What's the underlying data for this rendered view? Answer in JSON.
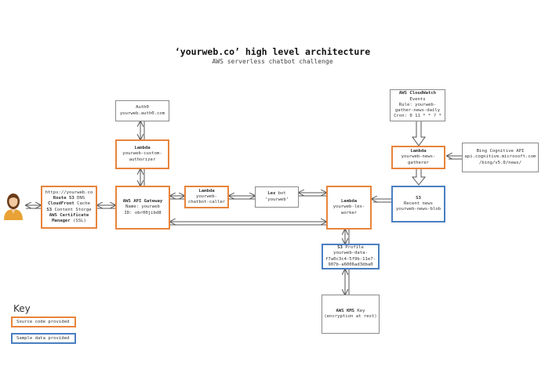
{
  "title": "‘yourweb.co’ high level architecture",
  "subtitle": "AWS serverless chatbot challenge",
  "colors": {
    "source_code": "#e8843c",
    "sample_data": "#4a7fc1",
    "neutral": "#8a8a8a"
  },
  "user": {
    "icon": "user-avatar-icon"
  },
  "nodes": {
    "auth0": {
      "lines": [
        "Auth0",
        "yourweb.auth0.com"
      ]
    },
    "lambda_authorizer": {
      "bold": "Lambda",
      "lines": [
        "yourweb-custom-",
        "authorizer"
      ]
    },
    "web_stack": {
      "lines": [
        {
          "bold": "",
          "text": "https://yourweb.co"
        },
        {
          "bold": "Route 53",
          "text": " DNS"
        },
        {
          "bold": "CloudFront",
          "text": " Cache"
        },
        {
          "bold": "S3",
          "text": " Content Storge"
        },
        {
          "bold": "AWS Certificate",
          "text": ""
        },
        {
          "bold": "Manager",
          "text": " (SSL)"
        }
      ]
    },
    "api_gateway": {
      "bold": "AWS API Gateway",
      "lines": [
        "Name: yourweb",
        "ID: obr00jibd8"
      ]
    },
    "lambda_chatbot_caller": {
      "bold": "Lambda",
      "lines": [
        "yourweb-",
        "chatbot-caller"
      ]
    },
    "lex_bot": {
      "bold": "Lex",
      "rest": " bot",
      "lines": [
        "‘yourweb’"
      ]
    },
    "lambda_lex_worker": {
      "bold": "Lambda",
      "lines": [
        "yourweb-lex-",
        "worker"
      ]
    },
    "cloudwatch": {
      "bold": "AWS CloudWatch",
      "lines": [
        "Events",
        "Rule: yourweb-",
        "gather-news-daily",
        "Cron: 0 11 * * ? *"
      ]
    },
    "lambda_news_gatherer": {
      "bold": "Lambda",
      "lines": [
        "yourweb-news-",
        "gatherer"
      ]
    },
    "bing_api": {
      "lines": [
        "Bing Cognitive API",
        "api.cognitive.microsoft.com",
        "/bing/v5.0/news/"
      ]
    },
    "s3_news": {
      "bold": "S3",
      "lines": [
        "Recent news",
        "yourweb-news-blob"
      ]
    },
    "s3_profile": {
      "bold": "S3",
      "rest": " Profile",
      "lines": [
        "yourweb-data-",
        "f7a0c3c4-5f9b-11e7-",
        "907b-a6006ad3dba0"
      ]
    },
    "kms_key": {
      "bold": "AWS KMS",
      "rest": " Key",
      "lines": [
        "(encryption at rest)"
      ]
    }
  },
  "key": {
    "title": "Key",
    "source_code": "Source code provided",
    "sample_data": "Sample data provided"
  }
}
